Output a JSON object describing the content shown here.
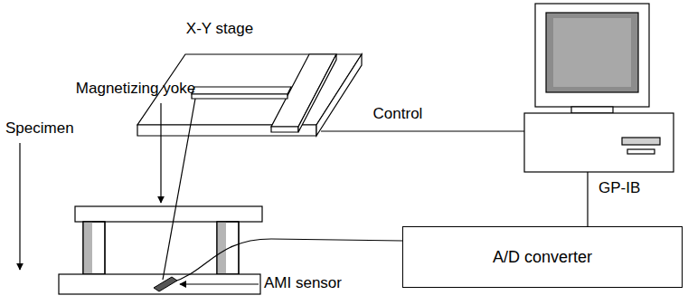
{
  "diagram": {
    "nodes": [
      {
        "text": [
          "A/D converter"
        ]
      }
    ],
    "labels": [
      "X-Y stage",
      "Magnetizing yoke",
      "Control",
      "GP-IB",
      "Specimen",
      "AMI sensor"
    ]
  }
}
